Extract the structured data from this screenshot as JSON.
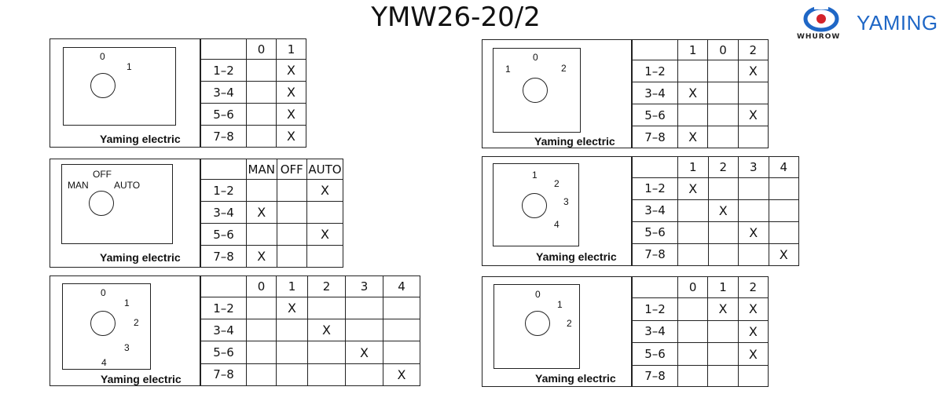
{
  "title": "YMW26-20/2",
  "logo": {
    "name": "YAMING",
    "sub": "WHUROW",
    "colors": {
      "blue": "#1f67c6",
      "red": "#d3232a"
    }
  },
  "brand": "Yaming electric",
  "rows": [
    "1–2",
    "3–4",
    "5–6",
    "7–8"
  ],
  "panels": [
    {
      "headers": [
        "0",
        "1"
      ],
      "cells": [
        [
          "",
          "X"
        ],
        [
          "",
          "X"
        ],
        [
          "",
          "X"
        ],
        [
          "",
          "X"
        ]
      ],
      "labels": [
        "0",
        "1"
      ]
    },
    {
      "headers": [
        "1",
        "0",
        "2"
      ],
      "cells": [
        [
          "",
          "",
          "X"
        ],
        [
          "X",
          "",
          ""
        ],
        [
          "",
          "",
          "X"
        ],
        [
          "X",
          "",
          ""
        ]
      ],
      "labels": [
        "1",
        "0",
        "2"
      ]
    },
    {
      "headers": [
        "MAN",
        "OFF",
        "AUTO"
      ],
      "cells": [
        [
          "",
          "",
          "X"
        ],
        [
          "X",
          "",
          ""
        ],
        [
          "",
          "",
          "X"
        ],
        [
          "X",
          "",
          ""
        ]
      ],
      "labels": [
        "OFF",
        "MAN",
        "AUTO"
      ]
    },
    {
      "headers": [
        "1",
        "2",
        "3",
        "4"
      ],
      "cells": [
        [
          "X",
          "",
          "",
          ""
        ],
        [
          "",
          "X",
          "",
          ""
        ],
        [
          "",
          "",
          "X",
          ""
        ],
        [
          "",
          "",
          "",
          "X"
        ]
      ],
      "labels": [
        "1",
        "2",
        "3",
        "4"
      ]
    },
    {
      "headers": [
        "0",
        "1",
        "2",
        "3",
        "4"
      ],
      "cells": [
        [
          "",
          "X",
          "",
          "",
          ""
        ],
        [
          "",
          "",
          "X",
          "",
          ""
        ],
        [
          "",
          "",
          "",
          "X",
          ""
        ],
        [
          "",
          "",
          "",
          "",
          "X"
        ]
      ],
      "labels": [
        "0",
        "1",
        "2",
        "3",
        "4"
      ]
    },
    {
      "headers": [
        "0",
        "1",
        "2"
      ],
      "cells": [
        [
          "",
          "X",
          "X"
        ],
        [
          "",
          "",
          "X"
        ],
        [
          "",
          "",
          "X"
        ],
        [
          "",
          "",
          ""
        ]
      ],
      "labels": [
        "0",
        "1",
        "2"
      ]
    }
  ]
}
